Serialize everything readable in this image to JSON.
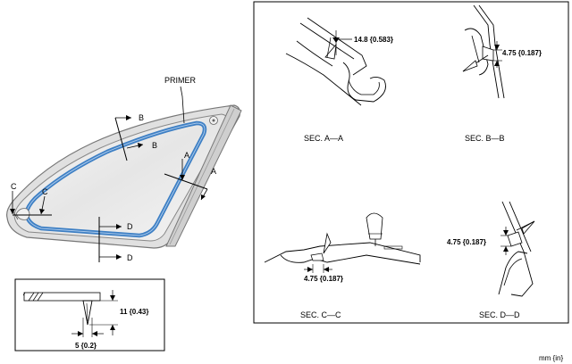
{
  "labels": {
    "primer": "PRIMER",
    "a": "A",
    "b": "B",
    "c": "C",
    "d": "D"
  },
  "sections": {
    "aa": {
      "title": "SEC. A—A",
      "dimension": "14.8 {0.583}"
    },
    "bb": {
      "title": "SEC. B—B",
      "dimension": "4.75 {0.187}"
    },
    "cc": {
      "title": "SEC. C—C",
      "dimension": "4.75 {0.187}"
    },
    "dd": {
      "title": "SEC. D—D",
      "dimension": "4.75 {0.187}"
    }
  },
  "bead_detail": {
    "height": "11 {0.43}",
    "width": "5 {0.2}"
  },
  "units": "mm {in}",
  "colors": {
    "primer_bead": "#3d7fc4",
    "glass": "#eeeeee",
    "frame": "#999999"
  }
}
